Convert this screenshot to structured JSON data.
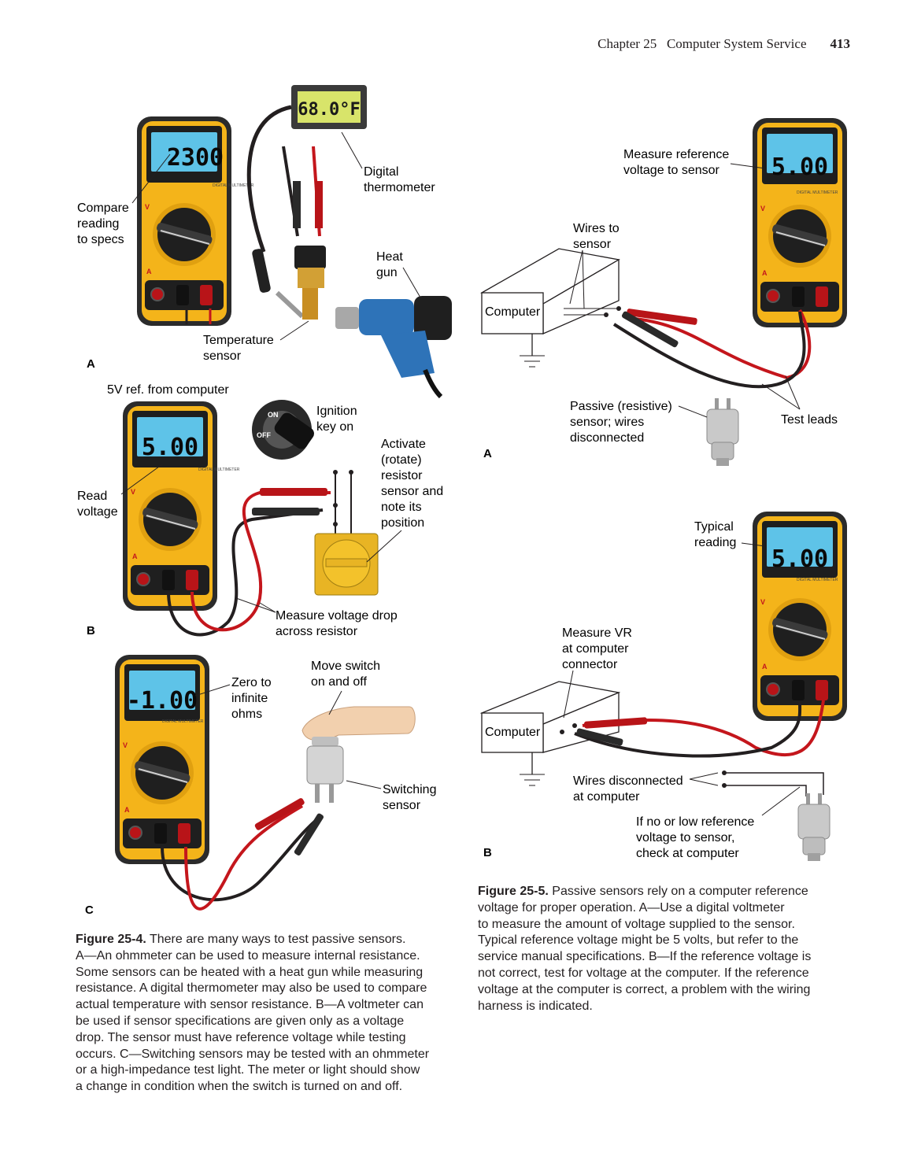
{
  "header": {
    "chapter": "Chapter 25",
    "title": "Computer System Service",
    "page": "413"
  },
  "fig4": {
    "A": {
      "panel": "A",
      "lcd": "2300",
      "lcd2": "68.0°F",
      "compare": [
        "Compare",
        "reading",
        "to specs"
      ],
      "thermo": [
        "Digital",
        "thermometer"
      ],
      "heatgun": [
        "Heat",
        "gun"
      ],
      "tempsensor": [
        "Temperature",
        "sensor"
      ]
    },
    "B": {
      "panel": "B",
      "lcd": "5.00",
      "ref": "5V ref. from computer",
      "ignition": [
        "Ignition",
        "key on"
      ],
      "activate": [
        "Activate",
        "(rotate)",
        "resistor",
        "sensor and",
        "note its",
        "position"
      ],
      "read": [
        "Read",
        "voltage"
      ],
      "drop": [
        "Measure voltage drop",
        "across resistor"
      ],
      "key_on": "ON",
      "key_off": "OFF"
    },
    "C": {
      "panel": "C",
      "lcd": "-1.00",
      "zero": [
        "Zero to",
        "infinite",
        "ohms"
      ],
      "move": [
        "Move switch",
        "on and off"
      ],
      "switching": [
        "Switching",
        "sensor"
      ]
    },
    "caption_label": "Figure 25-4.",
    "caption": [
      "There are many ways to test passive sensors.",
      "A—An ohmmeter can be used to measure internal resistance.",
      "Some sensors can be heated with a heat gun while measuring",
      "resistance. A digital thermometer may also be used to compare",
      "actual temperature with sensor resistance. B—A voltmeter can",
      "be used if sensor specifications are given only as a voltage",
      "drop. The sensor must have reference voltage while testing",
      "occurs. C—Switching sensors may be tested with an ohmmeter",
      "or a high-impedance test light. The meter or light should show",
      "a change in condition when the switch is turned on and off."
    ]
  },
  "fig5": {
    "A": {
      "panel": "A",
      "lcd": "5.00",
      "measure_ref": [
        "Measure reference",
        "voltage to sensor"
      ],
      "wires": [
        "Wires to",
        "sensor"
      ],
      "computer": "Computer",
      "passive": [
        "Passive (resistive)",
        "sensor; wires",
        "disconnected"
      ],
      "leads": "Test leads"
    },
    "B": {
      "panel": "B",
      "lcd": "5.00",
      "typical": [
        "Typical",
        "reading"
      ],
      "measure_vr": [
        "Measure VR",
        "at computer",
        "connector"
      ],
      "computer": "Computer",
      "wires_disc": [
        "Wires disconnected",
        "at computer"
      ],
      "if_no": [
        "If no or low reference",
        "voltage to sensor,",
        "check at computer"
      ]
    },
    "caption_label": "Figure 25-5.",
    "caption": [
      "Passive sensors rely on a computer reference",
      "voltage for proper operation. A—Use a digital voltmeter",
      "to measure the amount of voltage supplied to the sensor.",
      "Typical reference voltage might be 5 volts, but refer to the",
      "service manual specifications. B—If the reference voltage is",
      "not correct, test for voltage at the computer. If the reference",
      "voltage at the computer is correct, a problem with the wiring",
      "harness is indicated."
    ]
  },
  "meter_label": "DIGITAL MULTIMETER",
  "colors": {
    "meter_yellow": "#f4b41a",
    "lcd": "#5ec3e8",
    "lead_red": "#c4161c",
    "lead_black": "#231f20"
  }
}
